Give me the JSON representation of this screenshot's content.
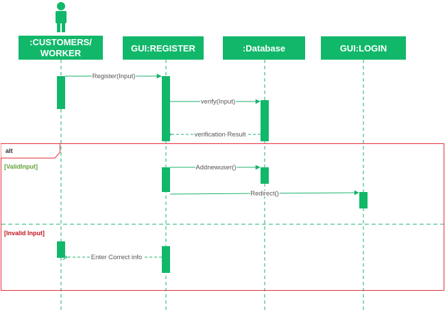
{
  "colors": {
    "green": "#11b86a",
    "line": "#19b26a",
    "header_text": "#ffffff",
    "frame": "#e0303a",
    "valid_guard": "#62a33a",
    "invalid_guard": "#c0161d",
    "message_text": "#555555",
    "fragment_label": "#303030"
  },
  "actor_icon": "person-icon",
  "lifelines": {
    "customer": {
      "line1": ":CUSTOMERS/",
      "line2": "WORKER"
    },
    "register": {
      "label": "GUI:REGISTER"
    },
    "database": {
      "label": ":Database"
    },
    "login": {
      "label": "GUI:LOGIN"
    }
  },
  "messages": {
    "register": "Register(Input)",
    "verify": "verify(Input)",
    "verification_result": "verification Result",
    "add_new_user": "Addnewuser()",
    "redirect": "Redirect()",
    "enter_correct_info": "Enter Correct info"
  },
  "fragment": {
    "operator": "alt",
    "guard_valid": "[ValidInput]",
    "guard_invalid": "[Invalid Input]"
  }
}
